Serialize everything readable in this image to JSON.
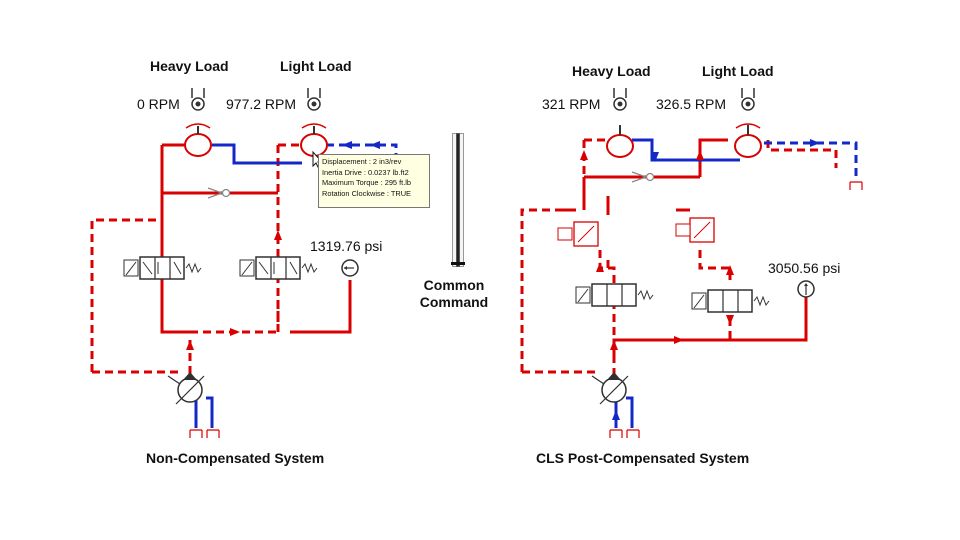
{
  "colors": {
    "pressure": "#d80000",
    "tank": "#1428c8",
    "component": "#303030",
    "tooltip_bg": "#ffffe1"
  },
  "left_system": {
    "title": "Non-Compensated System",
    "heavy_load_label": "Heavy Load",
    "light_load_label": "Light Load",
    "heavy_rpm": "0 RPM",
    "light_rpm": "977.2 RPM",
    "pressure": "1319.76 psi"
  },
  "right_system": {
    "title": "CLS Post-Compensated System",
    "heavy_load_label": "Heavy Load",
    "light_load_label": "Light Load",
    "heavy_rpm": "321 RPM",
    "light_rpm": "326.5 RPM",
    "pressure": "3050.56 psi"
  },
  "command": {
    "line1": "Common",
    "line2": "Command",
    "level": 0.0
  },
  "tooltip": {
    "lines": [
      "Displacement : 2 in3/rev",
      "Inertia Drive : 0.0237 lb.ft2",
      "Maximum Torque : 295 ft.lb",
      "Rotation Clockwise : TRUE"
    ]
  },
  "icons": [
    "hydraulic-motor-icon",
    "variable-pump-icon",
    "directional-valve-icon",
    "pressure-gauge-icon",
    "check-valve-icon",
    "compensator-valve-icon",
    "tank-icon",
    "mouse-cursor-icon"
  ]
}
